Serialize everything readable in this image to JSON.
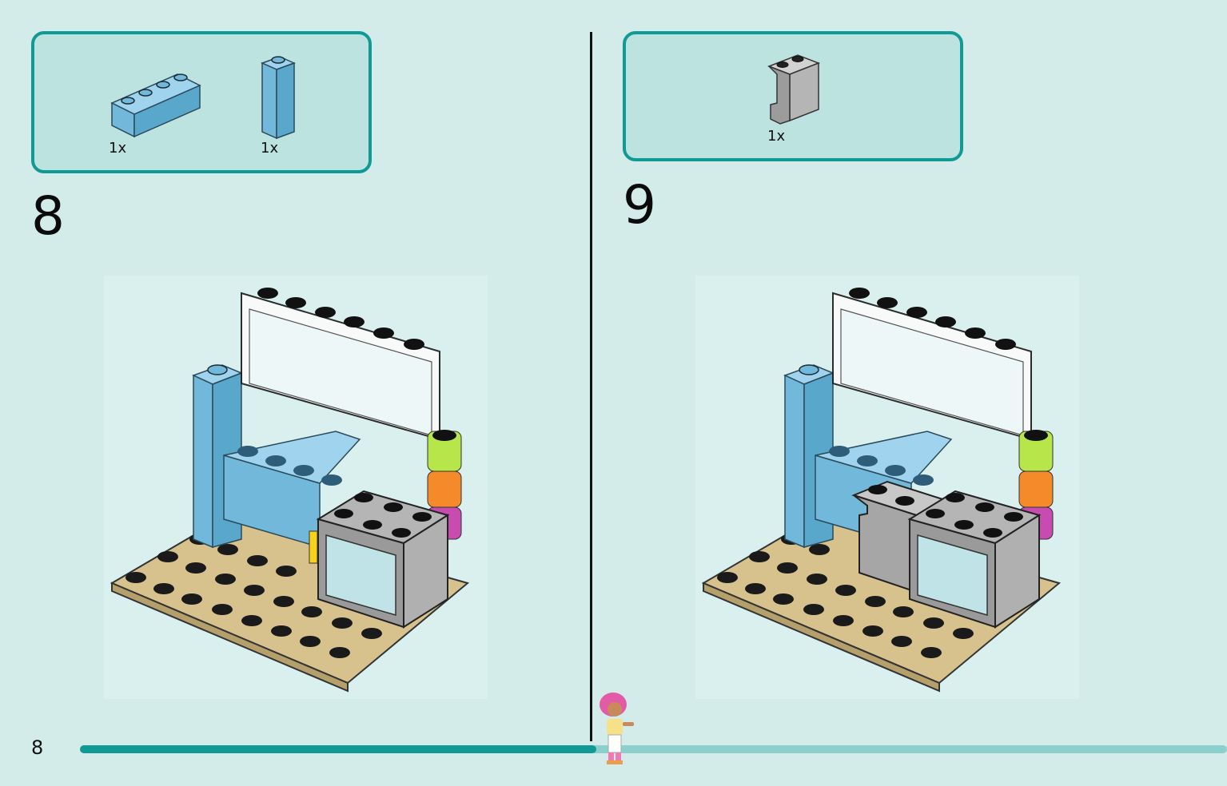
{
  "page": {
    "number": "8",
    "progress": 0.45
  },
  "steps": [
    {
      "number": "8",
      "parts": [
        {
          "qty": "1x",
          "piece": "brick-1x4-light-blue"
        },
        {
          "qty": "1x",
          "piece": "brick-1x1x3-light-blue"
        }
      ]
    },
    {
      "number": "9",
      "parts": [
        {
          "qty": "1x",
          "piece": "panel-1x2x2-grey"
        }
      ]
    }
  ],
  "colors": {
    "accent": "#0f9a96",
    "parts_box_fill": "#bde3e1",
    "page_bg": "#d3ecea",
    "light_blue": "#72b8da",
    "tan": "#d7c18d",
    "grey": "#b5b5b5",
    "lime": "#b7e64a",
    "orange": "#f58a2a",
    "magenta": "#c84bb0"
  }
}
